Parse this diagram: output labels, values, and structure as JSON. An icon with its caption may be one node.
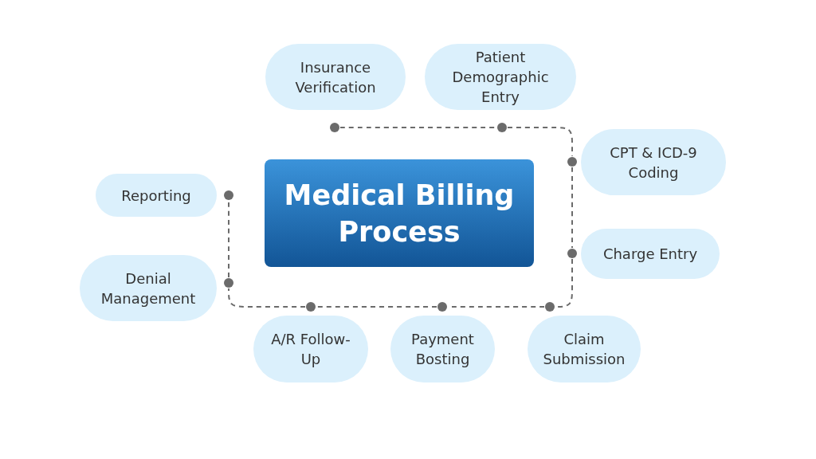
{
  "diagram": {
    "nodes": [
      {
        "text": [
          "Medical Billing Process"
        ]
      },
      {
        "text": [
          "Insurance Verification"
        ]
      },
      {
        "text": [
          "Patient Demographic Entry"
        ]
      },
      {
        "text": [
          "CPT & ICD-9 Coding"
        ]
      },
      {
        "text": [
          "Reporting"
        ]
      },
      {
        "text": [
          "Charge Entry"
        ]
      },
      {
        "text": [
          "Denial Management"
        ]
      },
      {
        "text": [
          "A/R Follow-Up"
        ]
      },
      {
        "text": [
          "Payment Bosting"
        ]
      },
      {
        "text": [
          "Claim Submission"
        ]
      },
      {
        "text": [],
        "shape": "circle"
      },
      {
        "text": [],
        "shape": "circle"
      },
      {
        "text": [],
        "shape": "circle"
      },
      {
        "text": [],
        "shape": "circle"
      },
      {
        "text": [],
        "shape": "circle"
      },
      {
        "text": [],
        "shape": "circle"
      },
      {
        "text": [],
        "shape": "circle"
      },
      {
        "text": [],
        "shape": "circle"
      },
      {
        "text": [],
        "shape": "circle"
      }
    ],
    "edges": [
      {
        "from": 10,
        "to": 11,
        "arrow": "none",
        "style": "dashed"
      },
      {
        "from": 11,
        "to": 12,
        "arrow": "none",
        "style": "dashed"
      },
      {
        "from": 12,
        "to": 13,
        "arrow": "none",
        "style": "dashed"
      },
      {
        "from": 13,
        "to": 14,
        "arrow": "none",
        "style": "dashed"
      },
      {
        "from": 14,
        "to": 15,
        "arrow": "none",
        "style": "dashed"
      },
      {
        "from": 15,
        "to": 16,
        "arrow": "none",
        "style": "dashed"
      },
      {
        "from": 16,
        "to": 17,
        "arrow": "none",
        "style": "dashed"
      },
      {
        "from": 17,
        "to": 18,
        "arrow": "none",
        "style": "dashed"
      }
    ]
  }
}
